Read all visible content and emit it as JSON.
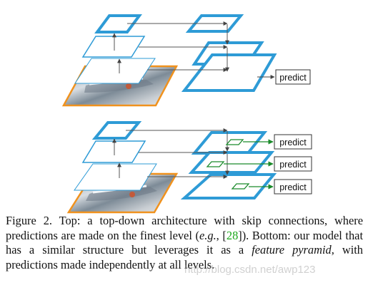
{
  "figure": {
    "top": {
      "predict_label": "predict"
    },
    "bottom": {
      "predict_labels": [
        "predict",
        "predict",
        "predict"
      ]
    }
  },
  "caption": {
    "pre": "Figure 2. Top: a top-down architecture with skip connections, where predictions are made on the finest level (",
    "eg": "e.g.",
    "mid1": ", [",
    "ref": "28",
    "mid2": "]). Bottom: our model that has a similar structure but leverages it as a ",
    "feature_pyramid": "feature pyramid",
    "post": ", with predictions made independently at all levels."
  },
  "watermark": "http://blog.csdn.net/awp123",
  "colors": {
    "accent_blue": "#2e9bd6",
    "orange": "#f0921e",
    "green": "#1aa71a"
  }
}
